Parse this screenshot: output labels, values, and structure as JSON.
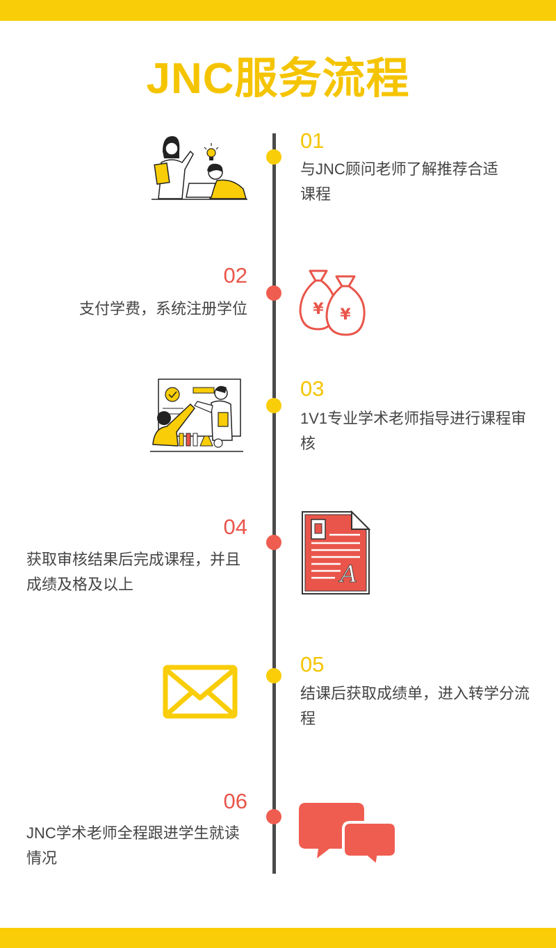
{
  "title": "JNC服务流程",
  "colors": {
    "accent_yellow": "#f9cd07",
    "accent_red": "#ef5d50",
    "line": "#4b4b4b",
    "text": "#444444"
  },
  "steps": [
    {
      "num": "01",
      "text": "与JNC顾问老师了解推荐合适课程",
      "icon": "consultation-illustration",
      "color": "yellow"
    },
    {
      "num": "02",
      "text": "支付学费，系统注册学位",
      "icon": "money-bags-icon",
      "color": "red"
    },
    {
      "num": "03",
      "text": "1V1专业学术老师指导进行课程审核",
      "icon": "lab-highfive-illustration",
      "color": "yellow"
    },
    {
      "num": "04",
      "text": "获取审核结果后完成课程，并且成绩及格及以上",
      "icon": "document-icon",
      "color": "red"
    },
    {
      "num": "05",
      "text": "结课后获取成绩单，进入转学分流程",
      "icon": "envelope-icon",
      "color": "yellow"
    },
    {
      "num": "06",
      "text": "JNC学术老师全程跟进学生就读情况",
      "icon": "chat-bubbles-icon",
      "color": "red"
    }
  ]
}
